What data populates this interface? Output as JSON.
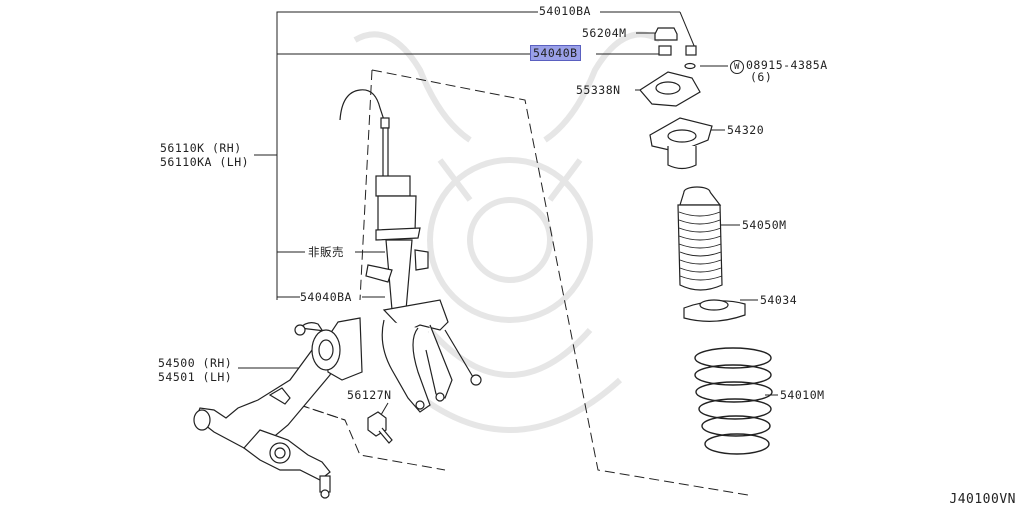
{
  "diagram_code": "J40100VN",
  "labels": {
    "strut_assembly": "54010BA",
    "top_nut": "56204M",
    "selected_part": "54040B",
    "washer_part": "08915-4385A",
    "washer_qty": "(6)",
    "washer_marker": "W",
    "insulator_seat": "55338N",
    "strut_mount": "54320",
    "bound_bumper": "54050M",
    "spring_seat": "54034",
    "coil_spring": "54010M",
    "strut_rh": "56110K (RH)",
    "strut_lh": "56110KA (LH)",
    "not_for_sale": "非販売",
    "knuckle": "54040BA",
    "link_bolt": "56127N",
    "arm_rh": "54500 (RH)",
    "arm_lh": "54501 (LH)"
  },
  "colors": {
    "line": "#222222",
    "highlight": "#9aa0e8",
    "watermark": "#e4e4e4"
  }
}
